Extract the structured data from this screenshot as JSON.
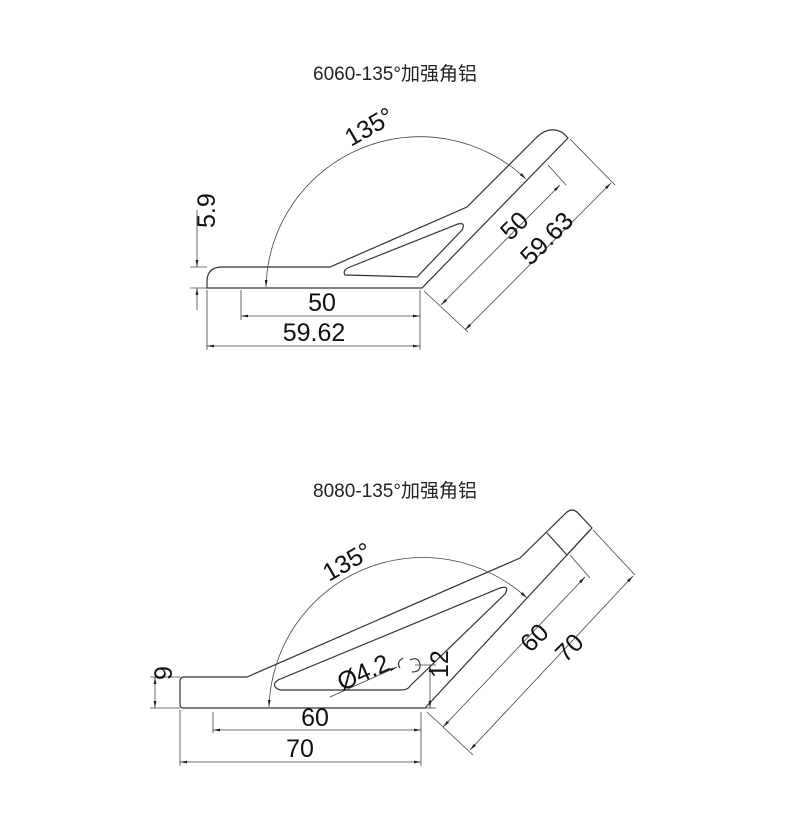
{
  "drawings": [
    {
      "title": "6060-135°加强角铝",
      "angle": "135°",
      "thickness": "5.9",
      "horizontal_inner": "50",
      "horizontal_outer": "59.62",
      "diagonal_inner": "50",
      "diagonal_outer": "59.63"
    },
    {
      "title": "8080-135°加强角铝",
      "angle": "135°",
      "thickness": "9",
      "hole_diameter": "Ø4.2",
      "hole_height": "12",
      "horizontal_inner": "60",
      "horizontal_outer": "70",
      "diagonal_inner": "60",
      "diagonal_outer": "70"
    }
  ],
  "colors": {
    "line": "#333333",
    "background": "#ffffff"
  }
}
